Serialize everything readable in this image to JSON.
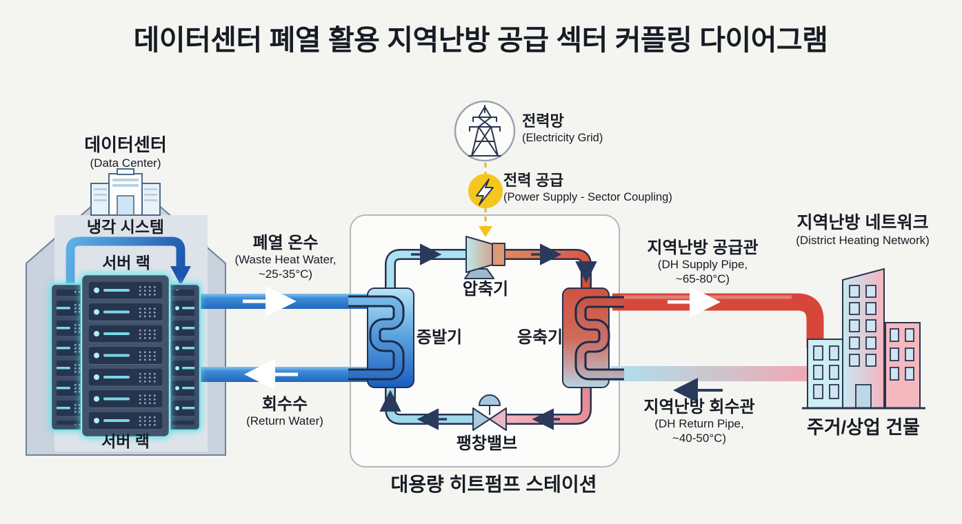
{
  "title": "데이터센터 폐열 활용 지역난방 공급 섹터 커플링 다이어그램",
  "data_center": {
    "name_ko": "데이터센터",
    "name_en": "(Data Center)",
    "cooling_system": "냉각 시스템",
    "server_rack_label_top": "서버 랙",
    "server_rack_label_bottom": "서버 랙"
  },
  "electricity_grid": {
    "name_ko": "전력망",
    "name_en": "(Electricity Grid)"
  },
  "power_supply": {
    "name_ko": "전력 공급",
    "name_en": "(Power Supply - Sector Coupling)"
  },
  "waste_heat_pipe": {
    "name_ko": "폐열 온수",
    "name_en": "(Waste Heat Water,",
    "temp": "~25-35°C)"
  },
  "return_water_pipe": {
    "name_ko": "회수수",
    "name_en": "(Return Water)"
  },
  "heat_pump_station": {
    "compressor": "압축기",
    "evaporator": "증발기",
    "condenser": "응축기",
    "expansion_valve": "팽창밸브",
    "station_label": "대용량 히트펌프 스테이션"
  },
  "dh_supply_pipe": {
    "name_ko": "지역난방 공급관",
    "name_en": "(DH Supply Pipe,",
    "temp": "~65-80°C)"
  },
  "dh_return_pipe": {
    "name_ko": "지역난방 회수관",
    "name_en": "(DH Return Pipe,",
    "temp": "~40-50°C)"
  },
  "district_heating": {
    "name_ko": "지역난방 네트워크",
    "name_en": "(District Heating Network)",
    "buildings_label": "주거/상업 건물"
  },
  "colors": {
    "hot_pipe": "#d6473a",
    "cold_pipe": "#2e7fd4",
    "refrigerant_cold": "#abe2f2",
    "refrigerant_hot": "#e0795f",
    "electric_yellow": "#f2c41d",
    "outline_navy": "#25304c"
  }
}
